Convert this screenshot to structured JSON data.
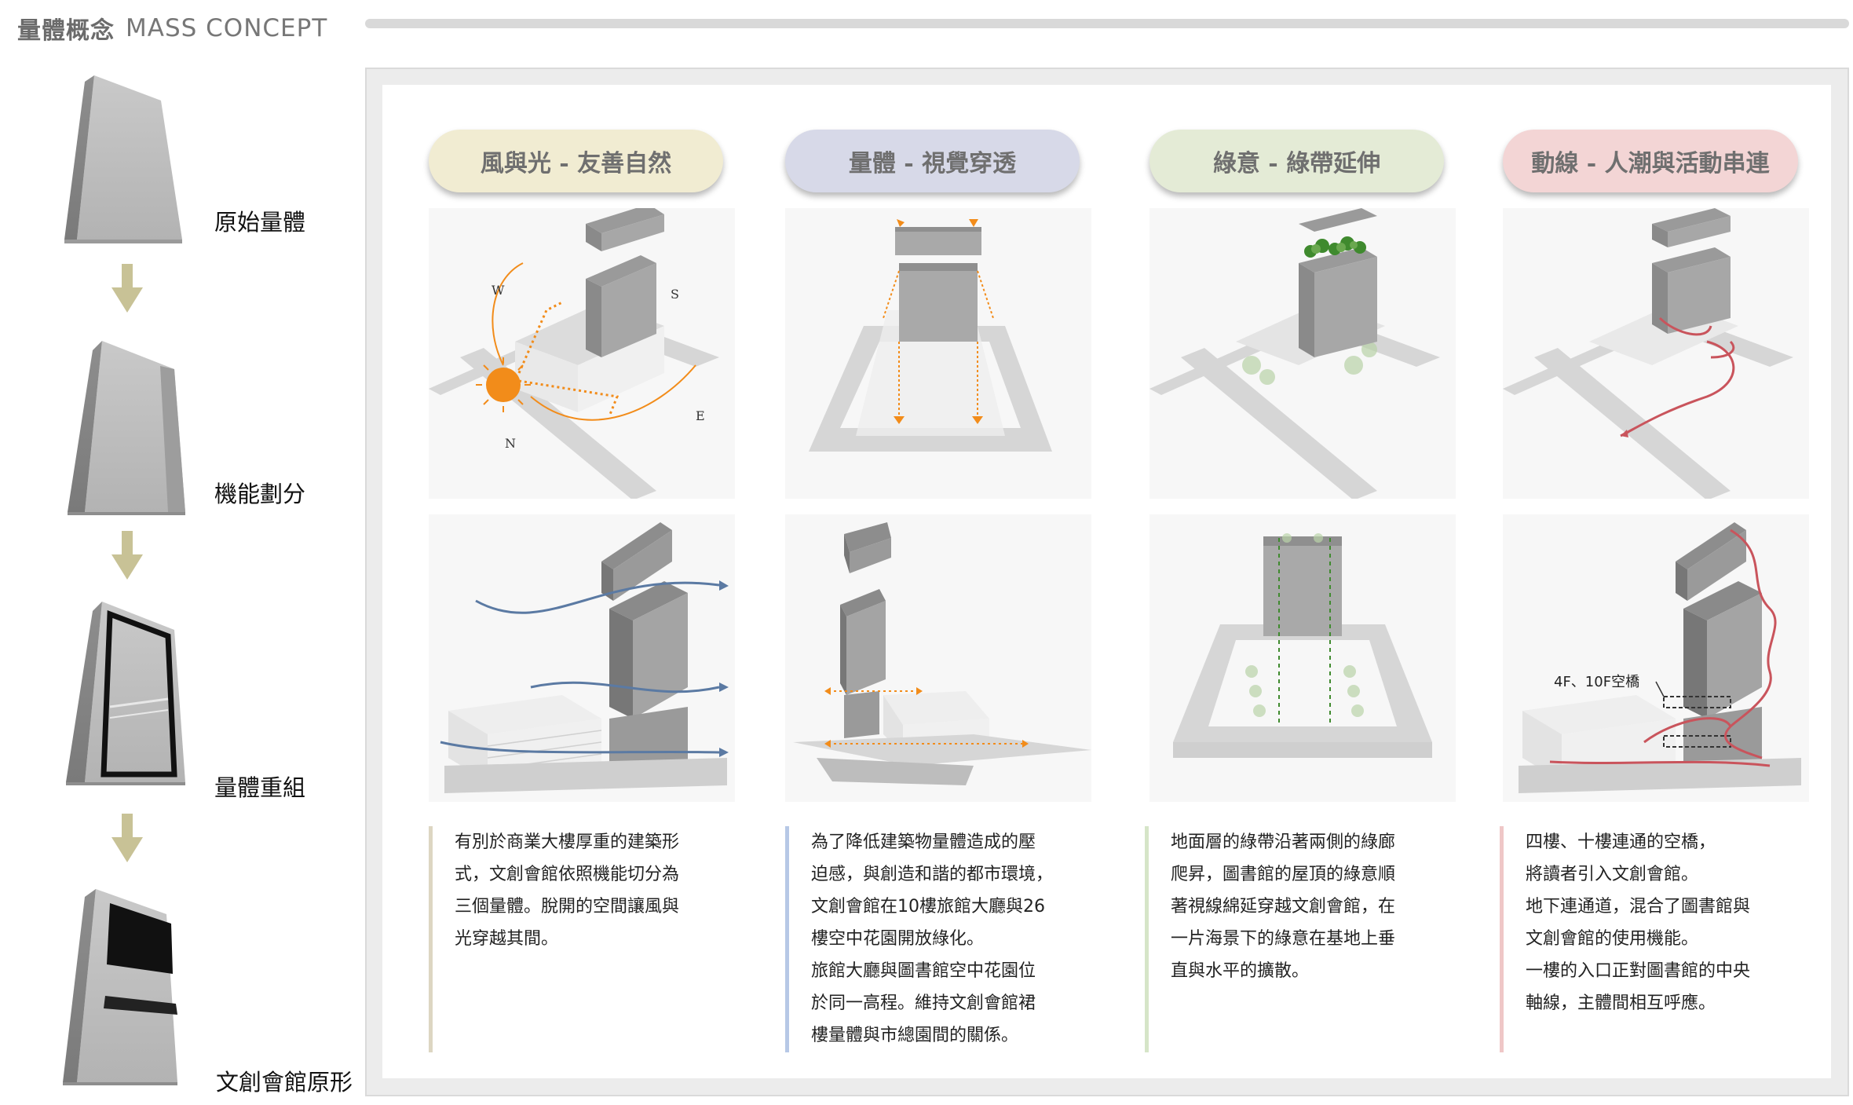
{
  "header": {
    "title_cn": "量體概念",
    "title_en": "MASS CONCEPT"
  },
  "steps": [
    {
      "label": "原始量體"
    },
    {
      "label": "機能劃分"
    },
    {
      "label": "量體重組"
    },
    {
      "label": "文創會館原形"
    }
  ],
  "columns": [
    {
      "title": "風與光 - 友善自然",
      "compass": {
        "w": "W",
        "s": "S",
        "e": "E",
        "n": "N"
      },
      "description": [
        "有別於商業大樓厚重的建築形",
        "式，文創會館依照機能切分為",
        "三個量體。脫開的空間讓風與",
        "光穿越其間。"
      ]
    },
    {
      "title": "量體 - 視覺穿透",
      "description": [
        "為了降低建築物量體造成的壓",
        "迫感，與創造和諧的都市環境，",
        "文創會館在10樓旅館大廳與26",
        "樓空中花園開放綠化。",
        "旅館大廳與圖書館空中花園位",
        "於同一高程。維持文創會館裙",
        "樓量體與市總園間的關係。"
      ]
    },
    {
      "title": "綠意 - 綠帶延伸",
      "description": [
        "地面層的綠帶沿著兩側的綠廊",
        "爬昇，圖書館的屋頂的綠意順",
        "著視線綿延穿越文創會館，在",
        "一片海景下的綠意在基地上垂",
        "直與水平的擴散。"
      ]
    },
    {
      "title": "動線 - 人潮與活動串連",
      "bridge_label": "4F、10F空橋",
      "description": [
        "四樓、十樓連通的空橋，",
        "將讀者引入文創會館。",
        "地下連通道，混合了圖書館與",
        "文創會館的使用機能。",
        "一樓的入口正對圖書館的中央",
        "軸線，主體間相互呼應。"
      ]
    }
  ],
  "colors": {
    "sun": "#f28c1a",
    "wind": "#5b7aa3",
    "circulation": "#c9545c",
    "greenery": "#6aa84f",
    "arrow": "#c8c296"
  }
}
